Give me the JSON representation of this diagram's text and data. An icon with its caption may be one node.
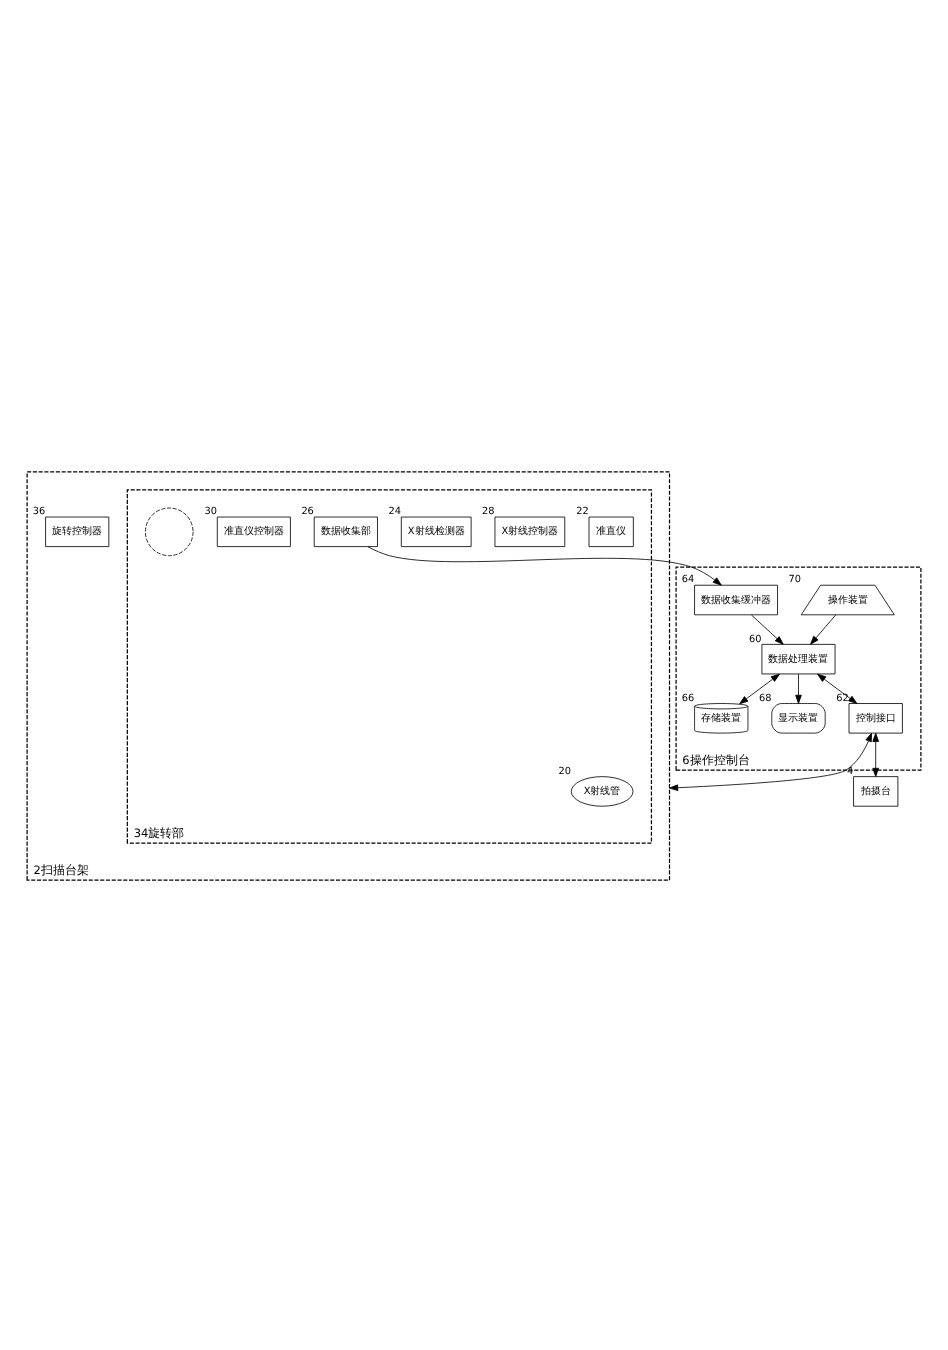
{
  "diagram": {
    "nodes": [
      {
        "text": [
          "2扫描台架"
        ]
      },
      {
        "text": [
          "34旋转部"
        ],
        "in": 0
      },
      {
        "text": [
          "X射线管"
        ],
        "beside": [
          "20"
        ],
        "in": 1
      },
      {
        "text": [
          "准直仪"
        ],
        "beside": [
          "22"
        ],
        "in": 1
      },
      {
        "text": [
          "X射线控制器"
        ],
        "beside": [
          "28"
        ],
        "in": 1
      },
      {
        "text": [
          "X射线检测器"
        ],
        "beside": [
          "24"
        ],
        "in": 1
      },
      {
        "text": [
          "数据收集部"
        ],
        "beside": [
          "26"
        ],
        "in": 1
      },
      {
        "text": [
          "准直仪控制器"
        ],
        "beside": [
          "30"
        ],
        "in": 1
      },
      {
        "text": [],
        "shape": "circle",
        "in": 1
      },
      {
        "text": [
          "旋转控制器"
        ],
        "beside": [
          "36"
        ],
        "in": 0
      },
      {
        "text": [
          "拍摄台"
        ],
        "beside": [
          "4"
        ]
      },
      {
        "text": [
          "6操作控制台"
        ]
      },
      {
        "text": [
          "操作装置"
        ],
        "beside": [
          "70"
        ],
        "in": 11
      },
      {
        "text": [
          "数据收集缓冲器"
        ],
        "beside": [
          "64"
        ],
        "in": 11
      },
      {
        "text": [
          "存储装置"
        ],
        "beside": [
          "66"
        ],
        "in": 11
      },
      {
        "text": [
          "显示装置"
        ],
        "beside": [
          "68"
        ],
        "in": 11
      },
      {
        "text": [
          "数据处理装置"
        ],
        "beside": [
          "60"
        ],
        "in": 11
      },
      {
        "text": [
          "控制接口"
        ],
        "beside": [
          "62"
        ],
        "in": 11
      }
    ],
    "edges": [
      {
        "from": 6,
        "to": 13,
        "arrow": "to"
      },
      {
        "from": 17,
        "to": 0,
        "arrow": "both"
      },
      {
        "from": 17,
        "to": 10,
        "arrow": "both"
      },
      {
        "from": 12,
        "to": 16,
        "arrow": "to"
      },
      {
        "from": 13,
        "to": 16,
        "arrow": "to"
      },
      {
        "from": 16,
        "to": 14,
        "arrow": "both"
      },
      {
        "from": 16,
        "to": 15,
        "arrow": "to"
      },
      {
        "from": 16,
        "to": 17,
        "arrow": "both"
      }
    ]
  }
}
